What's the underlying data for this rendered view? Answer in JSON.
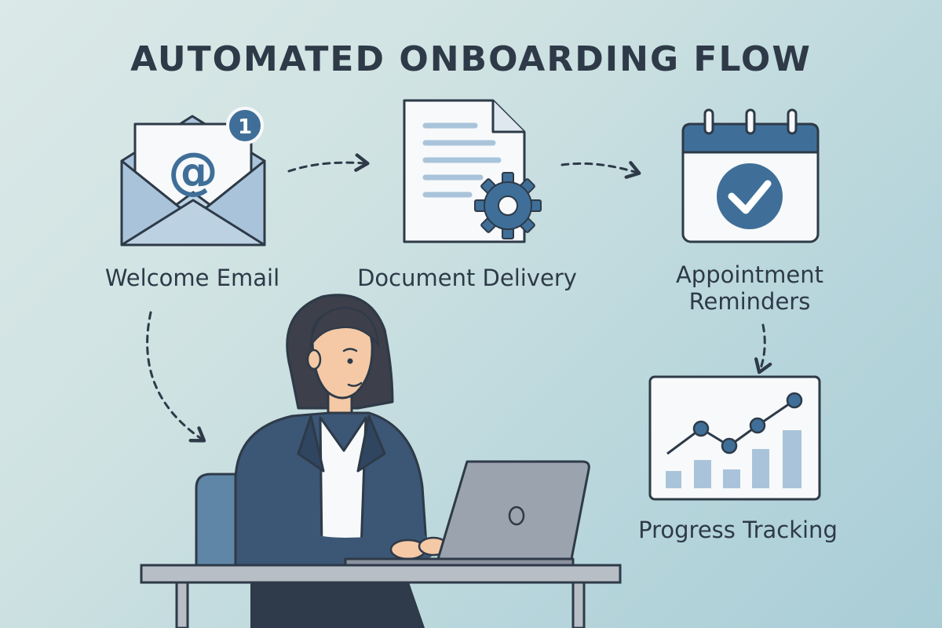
{
  "title": "AUTOMATED ONBOARDING FLOW",
  "steps": [
    {
      "label": "Welcome Email",
      "icon": "envelope-icon"
    },
    {
      "label": "Document Delivery",
      "icon": "document-gear-icon"
    },
    {
      "label": "Appointment Reminders",
      "label_line1": "Appointment",
      "label_line2": "Reminders",
      "icon": "calendar-check-icon"
    },
    {
      "label": "Progress Tracking",
      "icon": "line-bar-chart-icon"
    }
  ],
  "email_badge": "1",
  "email_symbol": "@",
  "colors": {
    "ink": "#2e3a48",
    "accent": "#3f6f98",
    "light_blue": "#a9c4da",
    "paper": "#f7f9fa"
  }
}
